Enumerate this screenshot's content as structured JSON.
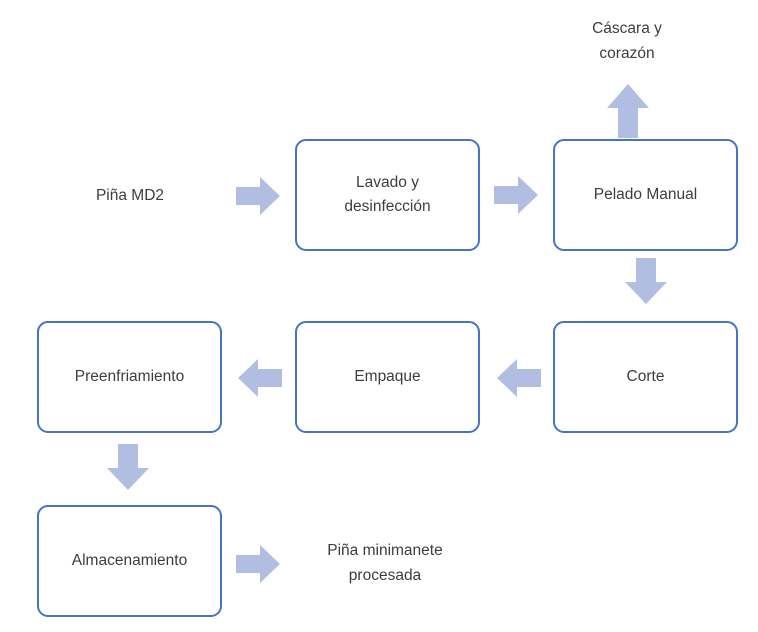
{
  "diagram": {
    "type": "flowchart",
    "topic": "Pineapple minimally-processed product flow",
    "nodes": {
      "pina_md2": {
        "kind": "text",
        "label": "Piña MD2"
      },
      "lavado": {
        "kind": "box",
        "label": "Lavado y desinfección"
      },
      "pelado": {
        "kind": "box",
        "label": "Pelado Manual"
      },
      "cascara": {
        "kind": "text",
        "label": "Cáscara y corazón"
      },
      "corte": {
        "kind": "box",
        "label": "Corte"
      },
      "empaque": {
        "kind": "box",
        "label": "Empaque"
      },
      "preenfriamiento": {
        "kind": "box",
        "label": "Preenfriamiento"
      },
      "almacenamiento": {
        "kind": "box",
        "label": "Almacenamiento"
      },
      "producto": {
        "kind": "text",
        "label": "Piña minimanete procesada"
      }
    },
    "edges": [
      {
        "from": "pina_md2",
        "to": "lavado",
        "direction": "right"
      },
      {
        "from": "lavado",
        "to": "pelado",
        "direction": "right"
      },
      {
        "from": "pelado",
        "to": "cascara",
        "direction": "up"
      },
      {
        "from": "pelado",
        "to": "corte",
        "direction": "down"
      },
      {
        "from": "corte",
        "to": "empaque",
        "direction": "left"
      },
      {
        "from": "empaque",
        "to": "preenfriamiento",
        "direction": "left"
      },
      {
        "from": "preenfriamiento",
        "to": "almacenamiento",
        "direction": "down"
      },
      {
        "from": "almacenamiento",
        "to": "producto",
        "direction": "right"
      }
    ]
  },
  "colors": {
    "box_border": "#4574c4",
    "arrow_fill": "#b1bee2",
    "text": "#3d3d3d",
    "background": "#ffffff"
  }
}
